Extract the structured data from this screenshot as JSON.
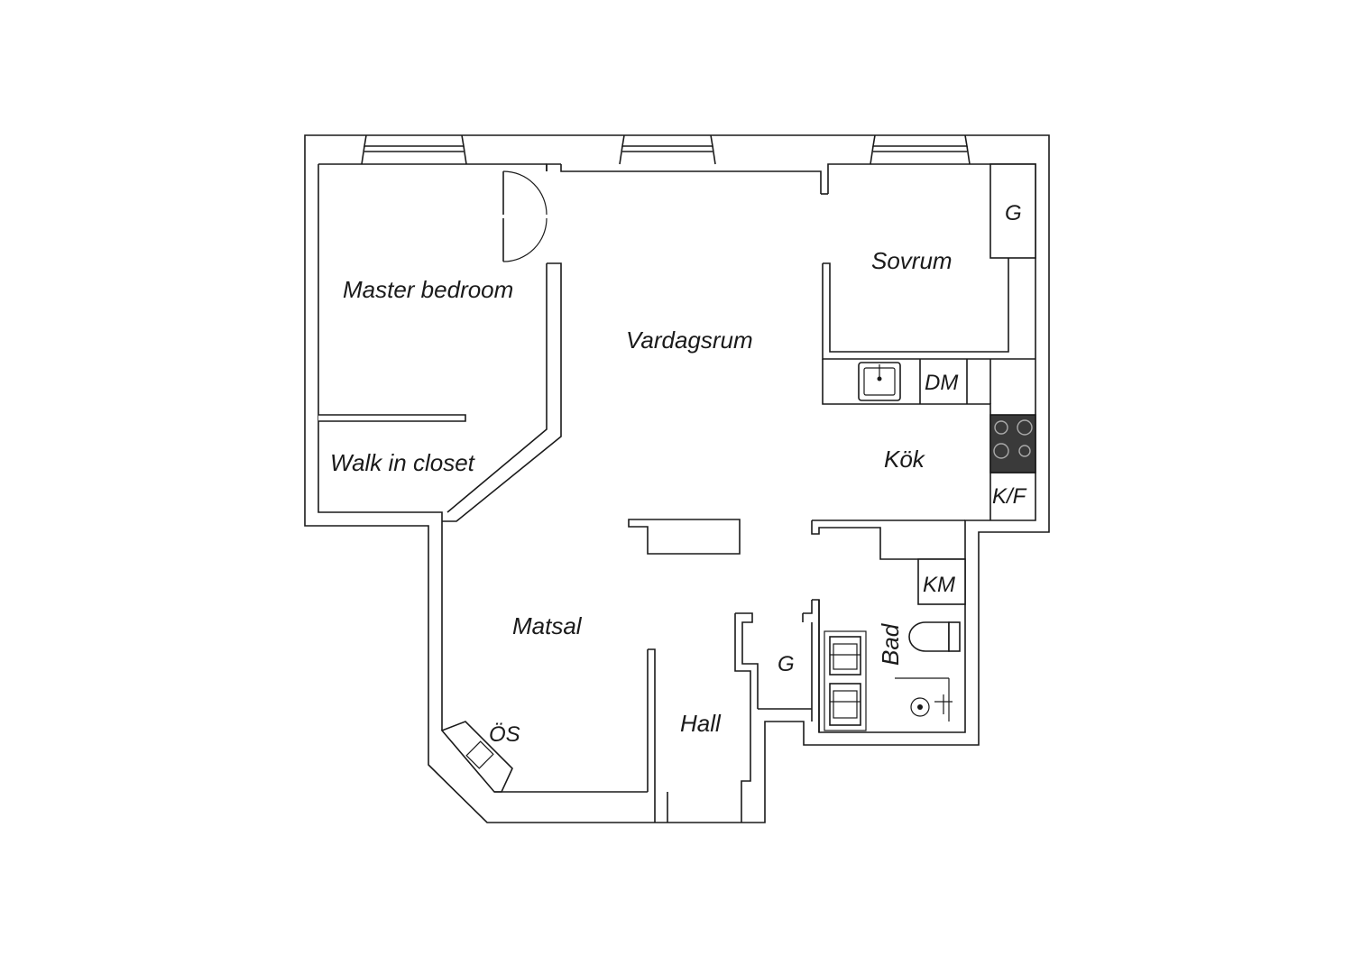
{
  "rooms": {
    "master_bedroom": "Master bedroom",
    "walk_in_closet": "Walk in closet",
    "vardagsrum": "Vardagsrum",
    "sovrum": "Sovrum",
    "kok": "Kök",
    "matsal": "Matsal",
    "hall": "Hall",
    "bad": "Bad"
  },
  "fixtures": {
    "garderob_sovrum": "G",
    "garderob_hall": "G",
    "diskmaskin": "DM",
    "kyl_frys": "K/F",
    "tvattmaskin": "KM",
    "oppen_spis": "ÖS"
  },
  "colors": {
    "wall_line": "#1a1a1a",
    "background": "#ffffff",
    "stove_top": "#3a3a3a"
  }
}
